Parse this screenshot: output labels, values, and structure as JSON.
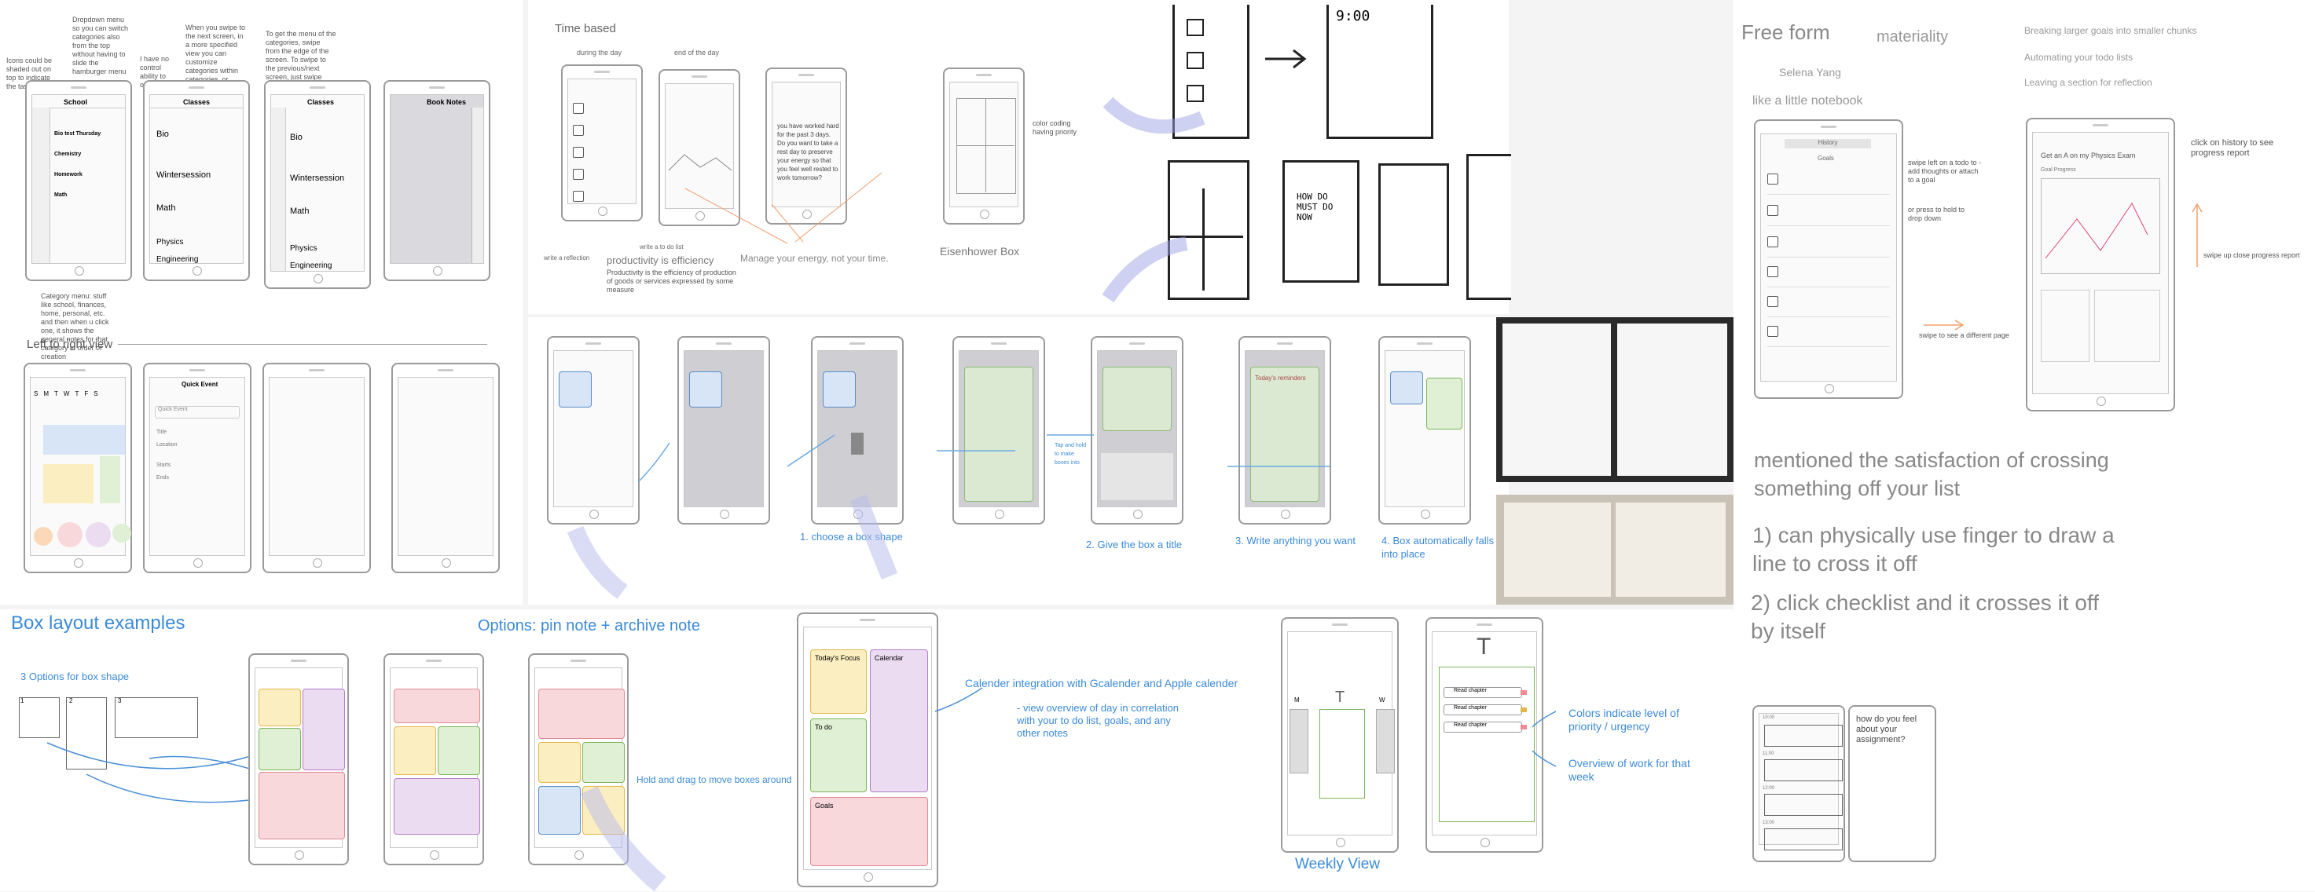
{
  "panel1": {
    "heading": "Left to right view",
    "note_a": "Icons could be shaded out on top to indicate the task",
    "note_b": "Dropdown menu so you can switch categories also from the top without having to slide the hamburger menu",
    "note_c": "When you swipe to the next screen, in a more specified view you can customize categories within categories, or \"different classes in the \"school\" category. The title can be dropped down in collapsed",
    "note_d": "To get the menu of the categories, swipe from the edge of the screen. To swipe to the previous/next screen, just swipe from anywhere else",
    "note_e": "Category menu: stuff like school, finances, home, personal, etc. and then when u click one, it shows the general notes for that category in order of creation",
    "note_f": "I have no control ability to other tabs",
    "phone1": {
      "title": "School",
      "items": [
        "Bio test Thursday",
        "Chemistry",
        "Homework",
        "Math"
      ]
    },
    "phone2": {
      "title": "Classes",
      "sections": [
        "Bio",
        "Wintersession",
        "Math",
        "Physics",
        "Engineering"
      ]
    },
    "phone3": {
      "title": "Classes",
      "sections": [
        "Bio",
        "Wintersession",
        "Math",
        "Physics",
        "Engineering"
      ]
    },
    "phone4": {
      "title": "Book Notes"
    },
    "bottom_phone2_title": "Quick Event",
    "bottom_phone2_fields": [
      "Quick Event",
      "Title",
      "Location",
      "Starts",
      "Ends"
    ],
    "week_days": [
      "S",
      "M",
      "T",
      "W",
      "T",
      "F",
      "S"
    ]
  },
  "panel2": {
    "heading": "Time based",
    "col_labels": [
      "during the day",
      "end of the day"
    ],
    "caption_a": "write a reflection",
    "caption_b": "write a to do list",
    "productivity_title": "productivity is efficiency",
    "productivity_body": "Productivity is the efficiency of production of goods or services expressed by some measure",
    "energy_quote": "Manage your energy, not your time.",
    "phone_text": "you have worked hard for the past 3 days. Do you want to take a rest day to preserve your energy so that you feel well rested to work tomorrow?",
    "eisenhower": "Eisenhower Box",
    "eisenhower_note": "color coding having priority",
    "hand_sketch_top": "9:00",
    "hand_sketch_notes": [
      "HOW DO MUST DO NOW"
    ]
  },
  "panel3": {
    "step1": "1. choose a box shape",
    "step2": "2. Give the box a title",
    "step3": "3. Write anything you want",
    "step4": "4. Box automatically falls into place",
    "tap_note": "Tap and hold to make boxes into",
    "box_text": "Today's reminders"
  },
  "panel4": {
    "heading": "Free form",
    "subheading": "materiality",
    "author": "Selena Yang",
    "tagline": "like a little notebook",
    "goals": [
      "Breaking larger goals into smaller chunks",
      "Automating your todo lists",
      "Leaving a section for reflection"
    ],
    "phone_tab_a": "History",
    "phone_tab_b": "Goals",
    "swipe_note_a": "swipe left on a todo to - add thoughts or attach to a goal",
    "swipe_note_b": "or press to hold to drop down",
    "swipe_note_c": "swipe to see a different page",
    "history_note": "click on history to see progress report",
    "swipe_up_note": "swipe up close progress report",
    "goal_title": "Get an A on my Physics Exam",
    "goal_subtitle": "Goal Progress",
    "satisfaction": "mentioned the satisfaction of crossing something off your list",
    "point1": "1) can physically use finger to draw a line to cross it off",
    "point2": "2) click checklist and it crosses it off by itself",
    "feel_question": "how do you feel about your assignment?",
    "times": [
      "10:00",
      "11:00",
      "12:00",
      "13:00"
    ]
  },
  "panel5": {
    "heading": "Box layout examples",
    "options_title": "3 Options for box shape",
    "option_numbers": [
      "1",
      "2",
      "3"
    ],
    "pin_title": "Options: pin note + archive note",
    "hold_drag": "Hold and drag to move boxes around",
    "calendar_note": "Calender integration with Gcalender and Apple calender",
    "overview_note": "- view overview of day in correlation with your to do list, goals, and any other notes",
    "todays_focus": "Today's Focus",
    "calendar": "Calendar",
    "todo": "To do",
    "goals": "Goals"
  },
  "panel6": {
    "weekly_view": "Weekly View",
    "colors_note": "Colors indicate level of priority / urgency",
    "overview_week": "Overview of work for that week",
    "big_t": "T",
    "side_labels": [
      "M",
      "T",
      "W"
    ],
    "todo_items": [
      "Read chapter",
      "Read chapter",
      "Read chapter"
    ]
  },
  "colors": {
    "accent_blue": "#3b8ad8",
    "gray_heading": "#8a8a8a",
    "orange_arrow": "#f0a070"
  }
}
